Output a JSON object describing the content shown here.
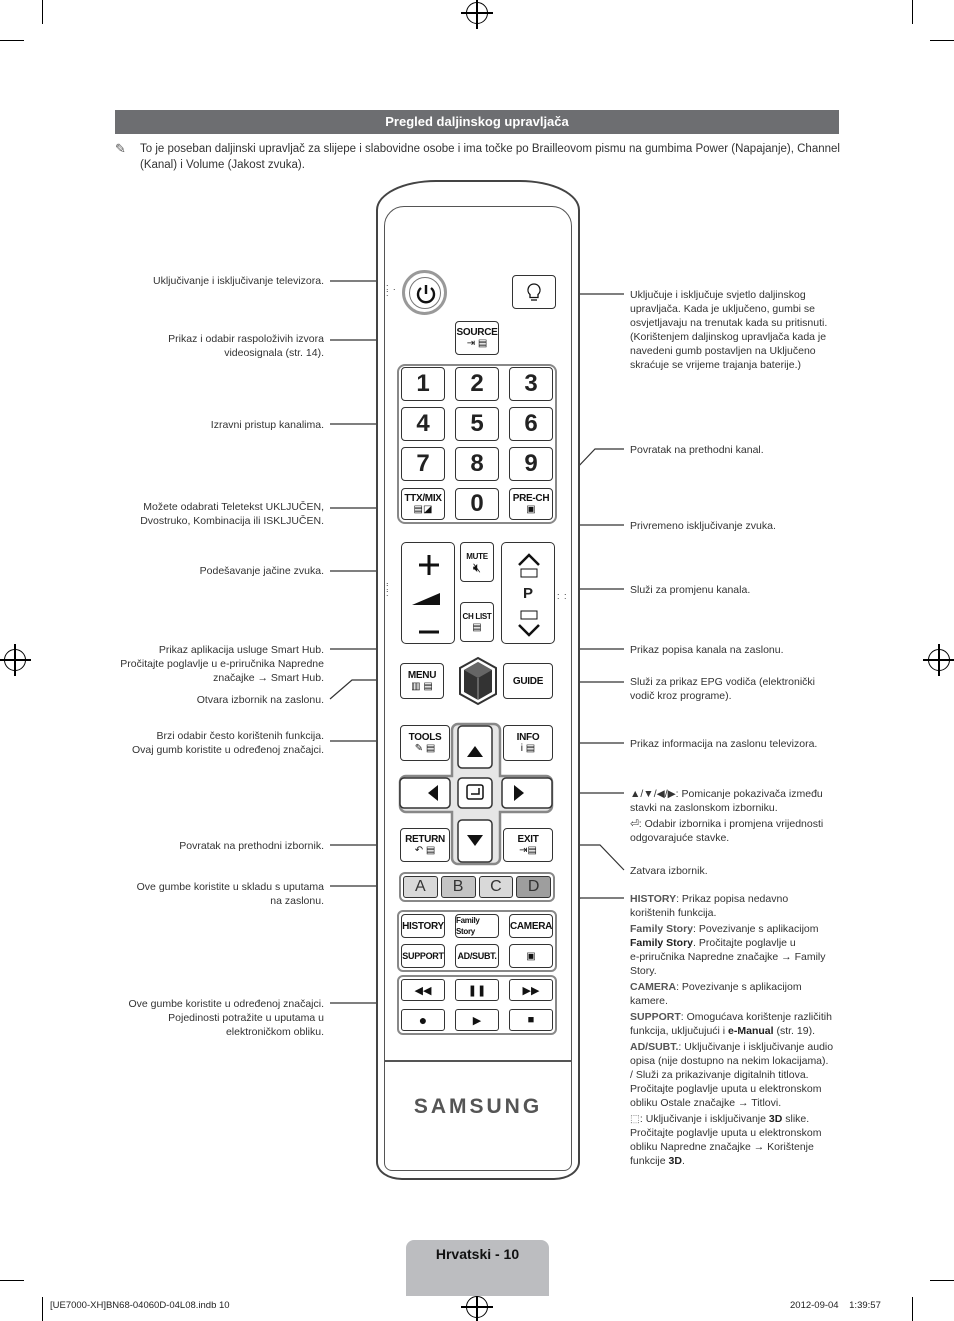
{
  "header": {
    "title": "Pregled daljinskog upravljača"
  },
  "note": {
    "icon": "pencil-icon",
    "text": "To je poseban daljinski upravljač za slijepe i slabovidne osobe i ima točke po Brailleovom pismu na gumbima Power (Napajanje), Channel (Kanal) i Volume (Jakost zvuka)."
  },
  "left_labels": {
    "power": "Uključivanje i isključivanje televizora.",
    "source_1": "Prikaz i odabir raspoloživih izvora",
    "source_2": "videosignala (str. 14).",
    "channels": "Izravni pristup kanalima.",
    "ttx_1": "Možete odabrati Teletekst UKLJUČEN,",
    "ttx_2": "Dvostruko, Kombinacija ili ISKLJUČEN.",
    "volume": "Podešavanje jačine zvuka.",
    "smarthub_1": "Prikaz aplikacija usluge Smart Hub.",
    "smarthub_2": "Pročitajte poglavlje u e-priručnika Napredne",
    "smarthub_3": "značajke → Smart Hub.",
    "menu": "Otvara izbornik na zaslonu.",
    "tools_1": "Brzi odabir često korištenih funkcija.",
    "tools_2": "Ovaj gumb koristite u određenoj značajci.",
    "return": "Povratak na prethodni izbornik.",
    "color_1": "Ove gumbe koristite u skladu s uputama",
    "color_2": "na zaslonu.",
    "media_1": "Ove gumbe koristite u određenoj značajci.",
    "media_2": "Pojedinosti potražite u uputama u",
    "media_3": "elektroničkom obliku."
  },
  "right_labels": {
    "light_1": "Uključuje i isključuje svjetlo daljinskog",
    "light_2": "upravljača. Kada je uključeno, gumbi se",
    "light_3": "osvjetljavaju na trenutak kada su pritisnuti.",
    "light_4": "(Korištenjem daljinskog upravljača kada je",
    "light_5": "navedeni gumb postavljen na Uključeno",
    "light_6": "skraćuje se vrijeme trajanja baterije.)",
    "prech": "Povratak na prethodni kanal.",
    "mute": "Privremeno isključivanje zvuka.",
    "channel": "Služi za promjenu kanala.",
    "chlist": "Prikaz popisa kanala na zaslonu.",
    "guide_1": "Služi za prikaz EPG vodiča (elektronički",
    "guide_2": "vodič kroz programe).",
    "info": "Prikaz informacija na zaslonu televizora.",
    "nav_1": "▲/▼/◀/▶: Pomicanje pokazivača između",
    "nav_2": "stavki na zaslonskom izborniku.",
    "enter_1": "⏎: Odabir izbornika i promjena vrijednosti",
    "enter_2": "odgovarajuće stavke.",
    "exit": "Zatvara izbornik.",
    "history_term": "HISTORY",
    "history_1": ": Prikaz popisa nedavno",
    "history_2": "korištenih funkcija.",
    "family_term": "Family Story",
    "family_1": ": Povezivanje s aplikacijom",
    "family_2_bold": "Family Story",
    "family_2": ". Pročitajte poglavlje u",
    "family_3": "e-priručnika Napredne značajke → Family",
    "family_4": "Story.",
    "camera_term": "CAMERA",
    "camera_1": ": Povezivanje s aplikacijom",
    "camera_2": "kamere.",
    "support_term": "SUPPORT",
    "support_1": ": Omogućava korištenje različitih",
    "support_2a": "funkcija, uključujući i ",
    "support_2_bold": "e-Manual",
    "support_2b": " (str. 19).",
    "adsubt_term": "AD/SUBT.",
    "adsubt_1": ": Uključivanje i isključivanje audio",
    "adsubt_2": "opisa (nije dostupno na nekim lokacijama).",
    "adsubt_3": "/ Služi za prikazivanje digitalnih titlova.",
    "adsubt_4": "Pročitajte poglavlje uputa u elektronskom",
    "adsubt_5": "obliku Ostale značajke → Titlovi.",
    "threed_1a": ": Uključivanje i isključivanje ",
    "threed_1_bold": "3D",
    "threed_1b": " slike.",
    "threed_2": "Pročitajte poglavlje uputa u elektronskom",
    "threed_3": "obliku Napredne značajke → Korištenje",
    "threed_4a": "funkcije ",
    "threed_4_bold": "3D",
    "threed_4b": "."
  },
  "remote": {
    "source": "SOURCE",
    "digits": [
      "1",
      "2",
      "3",
      "4",
      "5",
      "6",
      "7",
      "8",
      "9",
      "0"
    ],
    "ttx": "TTX/MIX",
    "prech": "PRE-CH",
    "mute": "MUTE",
    "chlist": "CH LIST",
    "p": "P",
    "menu": "MENU",
    "guide": "GUIDE",
    "tools": "TOOLS",
    "info": "INFO",
    "return": "RETURN",
    "exit": "EXIT",
    "colors": [
      "A",
      "B",
      "C",
      "D"
    ],
    "history": "HISTORY",
    "family_story": "Family Story",
    "camera": "CAMERA",
    "support": "SUPPORT",
    "adsubt": "AD/SUBT.",
    "brand": "SAMSUNG",
    "color_fills": [
      "#d9d9d9",
      "#c4c4c4",
      "#d9d9d9",
      "#9e9e9e"
    ]
  },
  "footer": {
    "page": "Hrvatski - 10",
    "file": "[UE7000-XH]BN68-04060D-04L08.indb   10",
    "timestamp": "2012-09-04      1:39:57"
  }
}
